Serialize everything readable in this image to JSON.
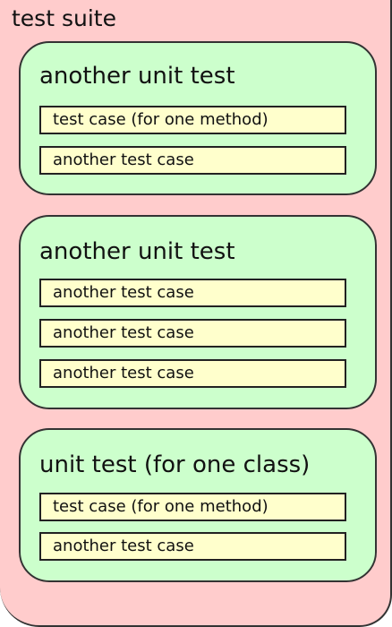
{
  "suite": {
    "title": "test suite",
    "units": [
      {
        "title": "another unit test",
        "cases": [
          "test case (for one method)",
          "another test case"
        ]
      },
      {
        "title": "another unit test",
        "cases": [
          "another test case",
          "another test case",
          "another test case"
        ]
      },
      {
        "title": "unit test (for one class)",
        "cases": [
          "test case (for one method)",
          "another test case"
        ]
      }
    ]
  },
  "colors": {
    "suite_fill": "#ffcccc",
    "unit_fill": "#ccffcc",
    "case_fill": "#ffffcc",
    "outline": "#333333"
  }
}
